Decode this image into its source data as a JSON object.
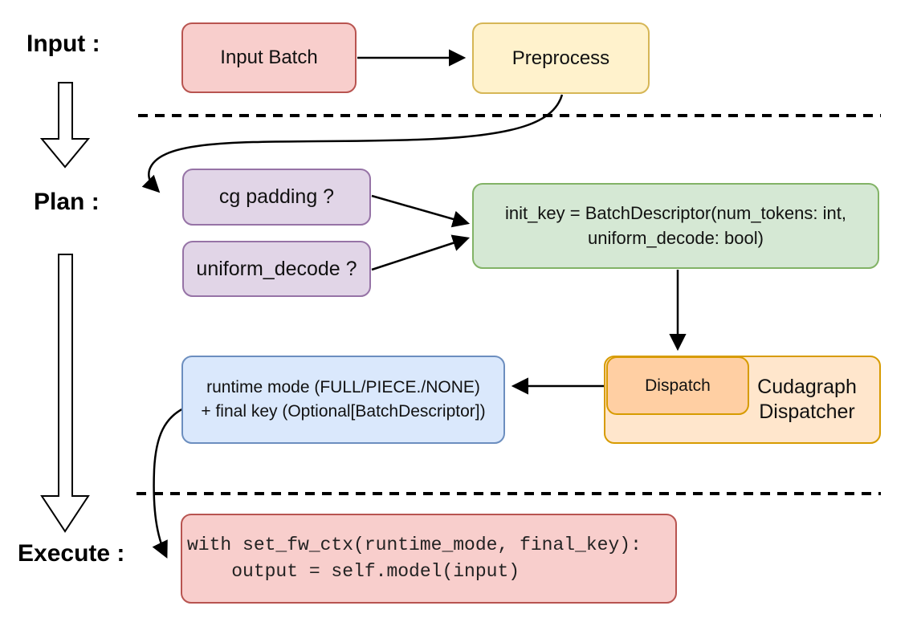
{
  "stage_labels": {
    "input": "Input :",
    "plan": "Plan :",
    "execute": "Execute :"
  },
  "nodes": {
    "input_batch": {
      "label": "Input Batch",
      "fill": "#f8cecc",
      "stroke": "#b85450"
    },
    "preprocess": {
      "label": "Preprocess",
      "fill": "#fff2cc",
      "stroke": "#d6b656"
    },
    "cg_padding": {
      "label": "cg padding ?",
      "fill": "#e1d5e7",
      "stroke": "#9673a6"
    },
    "uniform_decode": {
      "label": "uniform_decode ?",
      "fill": "#e1d5e7",
      "stroke": "#9673a6"
    },
    "init_key": {
      "line1": "init_key = BatchDescriptor(num_tokens: int,",
      "line2": "uniform_decode: bool)",
      "fill": "#d5e8d4",
      "stroke": "#82b366"
    },
    "dispatch": {
      "label": "Dispatch",
      "fill": "#ffcfa3",
      "stroke": "#d79b00"
    },
    "cudagraph_dispatcher": {
      "line1": "Cudagraph",
      "line2": "Dispatcher",
      "fill": "#ffe6cc",
      "stroke": "#d79b00"
    },
    "runtime_mode": {
      "line1": "runtime mode (FULL/PIECE./NONE)",
      "line2": "+ final key (Optional[BatchDescriptor])",
      "fill": "#dae8fc",
      "stroke": "#6c8ebf"
    },
    "execute_code": {
      "line1": "with set_fw_ctx(runtime_mode, final_key):",
      "line2": "    output = self.model(input)",
      "fill": "#f8cecc",
      "stroke": "#b85450"
    }
  },
  "connector_color": "#000000"
}
